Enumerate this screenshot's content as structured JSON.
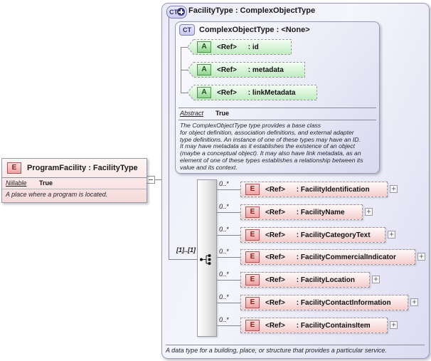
{
  "colors": {
    "lavender_fill": "#DCDCF2",
    "attribute_green": "#C8EFC8",
    "element_pink": "#F6CFCF",
    "line_gray": "#868686"
  },
  "program_facility_box": {
    "icon": "E",
    "title": "ProgramFacility : FacilityType",
    "property_name": "Nillable",
    "property_value": "True",
    "description": "A place where a program is located."
  },
  "facility_type_box": {
    "icon": "CT",
    "title": "FacilityType : ComplexObjectType",
    "footer": "A data type for a building, place, or structure that provides a particular service.",
    "base_type_box": {
      "icon": "CT",
      "title": "ComplexObjectType : <None>",
      "attributes": [
        {
          "icon": "A",
          "ref": "<Ref>",
          "name": ": id"
        },
        {
          "icon": "A",
          "ref": "<Ref>",
          "name": ": metadata"
        },
        {
          "icon": "A",
          "ref": "<Ref>",
          "name": ": linkMetadata"
        }
      ],
      "property_name": "Abstract",
      "property_value": "True",
      "description": "The ComplexObjectType type provides a base class\nfor object definition, association definitions, and external adapter\ntype definitions. An instance of one of these types may have an ID.\nIt may have metadata as it establishes the existence of an object\n(maybe a conceptual object). It may also have link metadata, as an\nelement of one of these types establishes a relationship between its\nvalue and its context."
    },
    "sequence": {
      "cardinality": "[1]..[1]",
      "expand_glyph": "+",
      "elements": [
        {
          "icon": "E",
          "occurs": "0..*",
          "ref": "<Ref>",
          "name": ": FacilityIdentification"
        },
        {
          "icon": "E",
          "occurs": "0..*",
          "ref": "<Ref>",
          "name": ": FacilityName"
        },
        {
          "icon": "E",
          "occurs": "0..*",
          "ref": "<Ref>",
          "name": ": FacilityCategoryText"
        },
        {
          "icon": "E",
          "occurs": "0..*",
          "ref": "<Ref>",
          "name": ": FacilityCommercialIndicator"
        },
        {
          "icon": "E",
          "occurs": "0..*",
          "ref": "<Ref>",
          "name": ": FacilityLocation"
        },
        {
          "icon": "E",
          "occurs": "0..*",
          "ref": "<Ref>",
          "name": ": FacilityContactInformation"
        },
        {
          "icon": "E",
          "occurs": "0..*",
          "ref": "<Ref>",
          "name": ": FacilityContainsItem"
        }
      ]
    }
  }
}
